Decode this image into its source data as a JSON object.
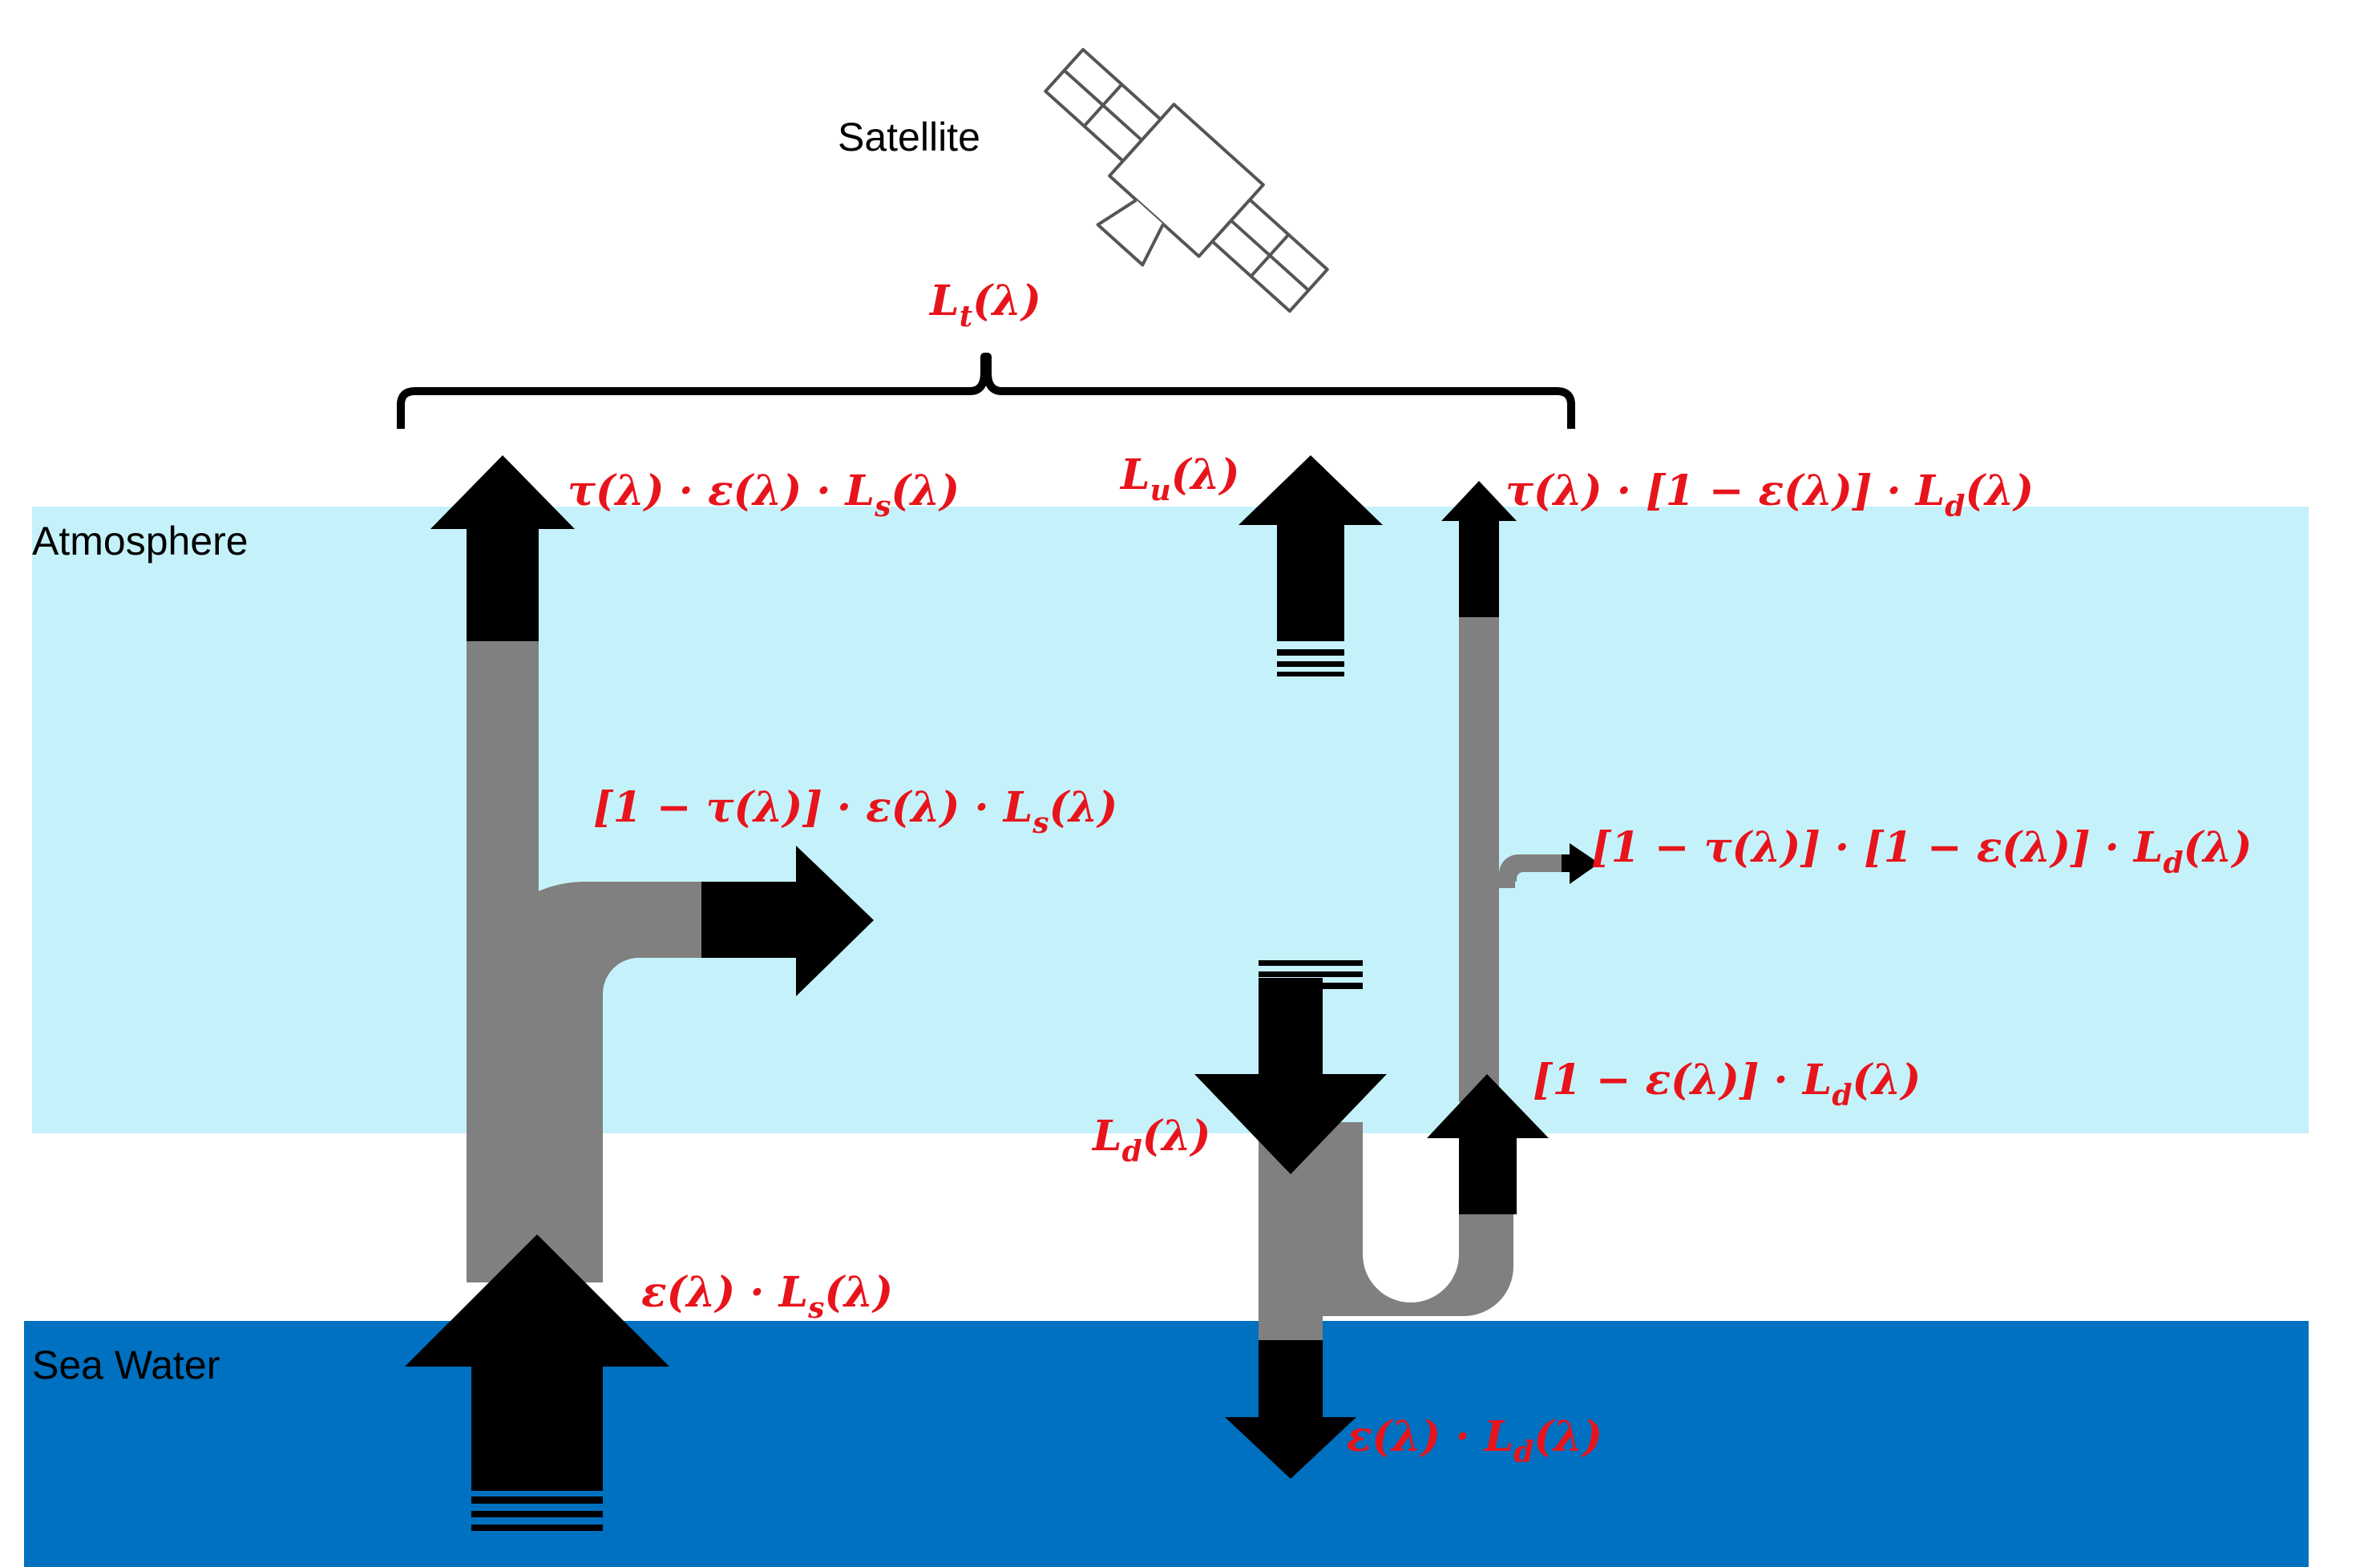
{
  "colors": {
    "atmosphere": "#C5F2FA",
    "sea_water": "#0070C0",
    "flow_pipe": "#808080",
    "arrow": "#000000",
    "equation": "#E8141C",
    "satellite_stroke": "#555555"
  },
  "labels": {
    "satellite": "Satellite",
    "atmosphere": "Atmosphere",
    "sea_water": "Sea Water"
  },
  "equations": {
    "total": {
      "main": "L",
      "sub": "t",
      "rest": "(λ)"
    },
    "surface_emission": {
      "pre": "ε(λ) · L",
      "sub": "s",
      "post": "(λ)"
    },
    "transmitted_emission": {
      "pre": "τ(λ) · ε(λ) · L",
      "sub": "s",
      "post": "(λ)"
    },
    "absorbed_emission": {
      "pre": "[1 − τ(λ)] · ε(λ) · L",
      "sub": "s",
      "post": "(λ)"
    },
    "upwelling": {
      "main": "L",
      "sub": "u",
      "rest": "(λ)"
    },
    "downwelling": {
      "main": "L",
      "sub": "d",
      "rest": "(λ)"
    },
    "reflected": {
      "pre": "[1 − ε(λ)] · L",
      "sub": "d",
      "post": "(λ)"
    },
    "transmitted_reflected": {
      "pre": "τ(λ) · [1 − ε(λ)] · L",
      "sub": "d",
      "post": "(λ)"
    },
    "absorbed_reflected": {
      "pre": "[1 − τ(λ)] · [1 − ε(λ)] · L",
      "sub": "d",
      "post": "(λ)"
    },
    "absorbed_by_water": {
      "pre": "ε(λ) · L",
      "sub": "d",
      "post": "(λ)"
    }
  }
}
